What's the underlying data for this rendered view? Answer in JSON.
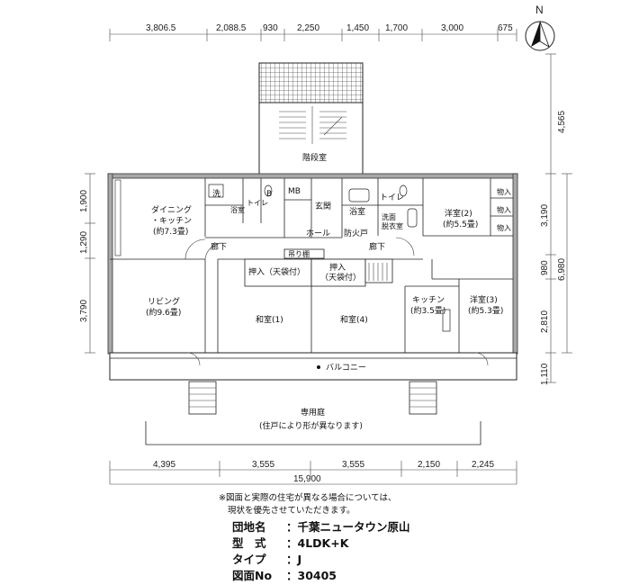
{
  "dimensions": {
    "top": [
      "3,806.5",
      "2,088.5",
      "930",
      "2,250",
      "1,450",
      "1,700",
      "3,000",
      "675"
    ],
    "bottom_segments": [
      "4,395",
      "3,555",
      "3,555",
      "2,150",
      "2,245"
    ],
    "bottom_total": "15,900",
    "left": [
      "1,900",
      "1,290",
      "3,790"
    ],
    "right": [
      "4,565",
      "3,190",
      "6,980",
      "980",
      "2,810",
      "1,110"
    ]
  },
  "compass": {
    "label": "N"
  },
  "rooms": {
    "stair": "階段室",
    "dining_line1": "ダイニング",
    "dining_line2": "・キッチン",
    "dining_size": "(約7.3畳)",
    "wash": "洗",
    "bath_left": "浴室",
    "bath_right": "浴室",
    "b": "B",
    "toilet_left": "トイレ",
    "toilet_right": "トイレ",
    "mb": "MB",
    "entrance": "玄関",
    "storage": "物入",
    "west2": "洋室(2)",
    "west2_size": "(約5.5畳)",
    "wash_dress_line1": "洗面",
    "wash_dress_line2": "脱衣室",
    "hall": "ホール",
    "corridor_left": "廊下",
    "corridor_right": "廊下",
    "fire_door": "防火戸",
    "shelf": "吊り棚",
    "oshiire_left": "押入（天袋付）",
    "oshiire_right_line1": "押入",
    "oshiire_right_line2": "（天袋付）",
    "living": "リビング",
    "living_size": "(約9.6畳)",
    "washitsu1": "和室(1)",
    "washitsu4": "和室(4)",
    "kitchen": "キッチン",
    "kitchen_size": "(約3.5畳)",
    "west3": "洋室(3)",
    "west3_size": "(約5.3畳)",
    "balcony": "バルコニー",
    "garden": "専用庭",
    "garden_note": "(住戸により形が異なります)"
  },
  "notes": [
    "※図面と実際の住宅が異なる場合については、",
    "現状を優先させていただきます。"
  ],
  "info": [
    {
      "key": "団地名",
      "value": "：千葉ニュータウン原山"
    },
    {
      "key": "型　式",
      "value": "：4LDK+K"
    },
    {
      "key": "タイプ",
      "value": "：J"
    },
    {
      "key": "図面No",
      "value": "：30405"
    }
  ]
}
